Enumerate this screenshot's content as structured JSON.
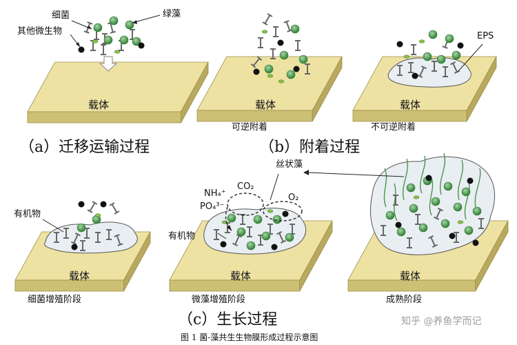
{
  "panels": {
    "a": {
      "carrier_label": "载体",
      "labels": {
        "bacteria": "细菌",
        "algae": "绿藻",
        "other": "其他微生物"
      }
    },
    "b1": {
      "carrier_label": "载体",
      "caption": "可逆附着"
    },
    "b2": {
      "carrier_label": "载体",
      "caption": "不可逆附着",
      "eps_label": "EPS"
    },
    "c1": {
      "carrier_label": "载体",
      "caption": "细菌增殖阶段",
      "organic_label": "有机物"
    },
    "c2": {
      "carrier_label": "载体",
      "caption": "微藻增殖阶段",
      "organic_label": "有机物",
      "nh4": "NH₄⁺",
      "po4": "PO₄³⁻",
      "co2": "CO₂",
      "o2": "O₂"
    },
    "c3": {
      "carrier_label": "载体",
      "caption": "成熟阶段",
      "filament_label": "丝状藻"
    }
  },
  "section_titles": {
    "a": "（a）迁移运输过程",
    "b": "（b）附着过程",
    "c": "（c）生长过程"
  },
  "figure_caption": "图 1 菌-藻共生生物膜形成过程示意图",
  "watermark": "知乎 @养鱼学而记",
  "colors": {
    "carrier_top": "#eee2a3",
    "carrier_side": "#cdbf74",
    "algae": "#43a047",
    "eps": "#e9eef2"
  }
}
